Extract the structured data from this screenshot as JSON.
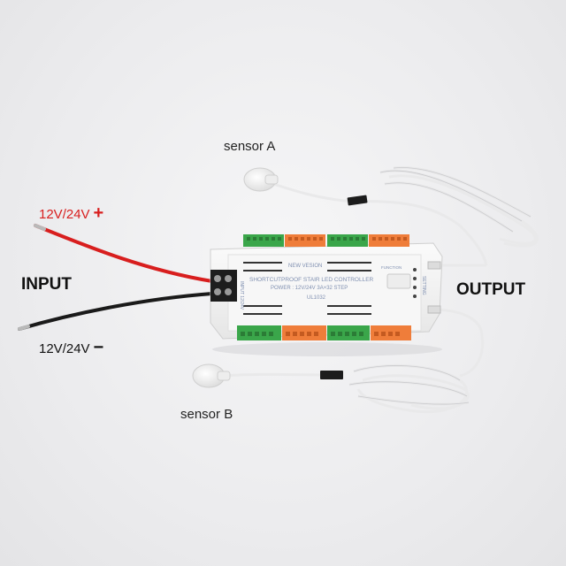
{
  "labels": {
    "sensor_a": "sensor A",
    "sensor_b": "sensor B",
    "input": "INPUT",
    "output": "OUTPUT",
    "positive": "12V/24V",
    "positive_sign": "+",
    "negative": "12V/24V",
    "negative_sign": "−"
  },
  "board": {
    "brand": "NEW VESION",
    "title": "SHORTCUTPROOF STAIR LED CONTROLLER",
    "power": "POWER : 12V/24V   3A×32  STEP",
    "model": "UL1032",
    "input_mark": "INPUT 12/24V",
    "setting": "SETTING",
    "function": "FUNCTION"
  },
  "colors": {
    "background": "#eeeeef",
    "board": "#f5f5f5",
    "green_terminal": "#3aa64a",
    "orange_terminal": "#ef7d3a",
    "red_wire": "#d81e1e",
    "black_wire": "#1a1a1a",
    "cable": "#f2f2f2"
  }
}
